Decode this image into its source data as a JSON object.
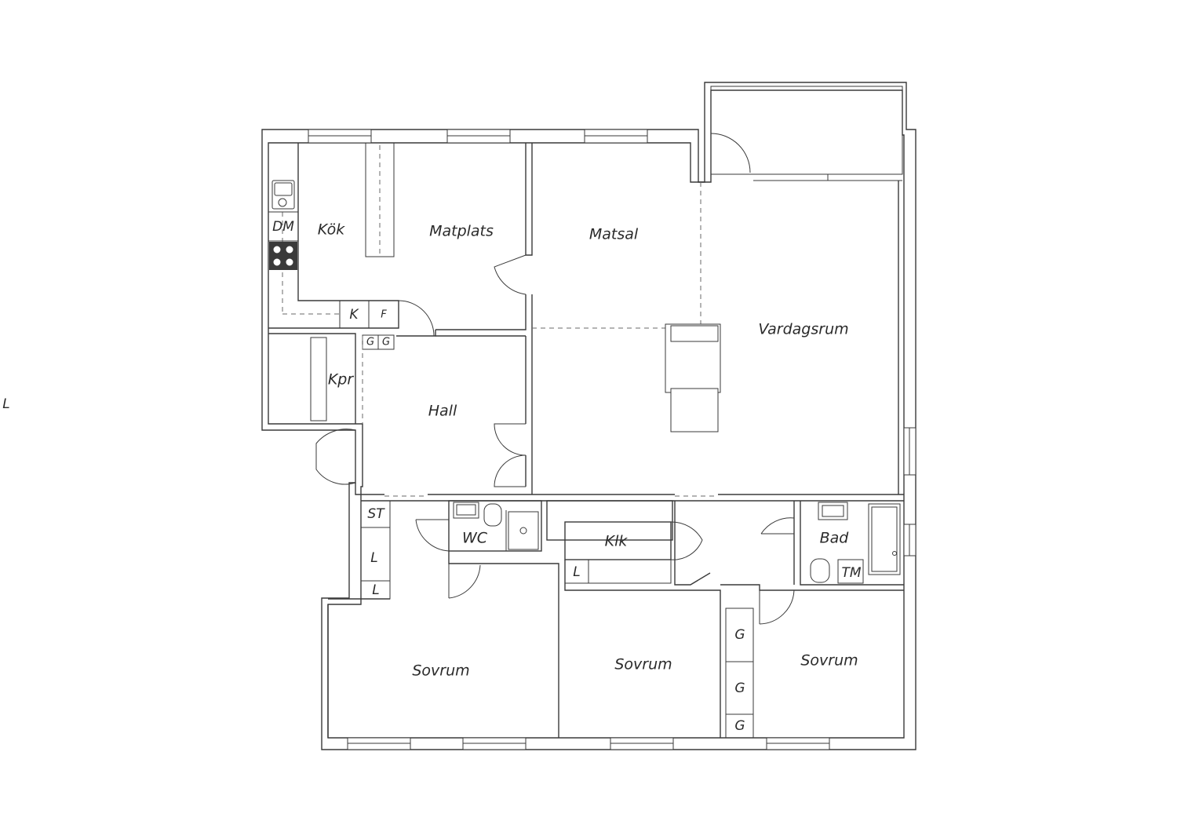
{
  "rooms": {
    "kok": "Kök",
    "matplats": "Matplats",
    "matsal": "Matsal",
    "vardagsrum": "Vardagsrum",
    "hall": "Hall",
    "kpr": "Kpr",
    "wc": "WC",
    "klk": "Klk",
    "bad": "Bad",
    "sovrum_1": "Sovrum",
    "sovrum_2": "Sovrum",
    "sovrum_3": "Sovrum"
  },
  "fixtures": {
    "dm": "DM",
    "k": "K",
    "f": "F",
    "g_1": "G",
    "g_2": "G",
    "st": "ST",
    "l_1": "L",
    "l_2": "L",
    "l_klk": "L",
    "tm": "TM",
    "g_3": "G",
    "g_4": "G",
    "g_5": "G"
  },
  "margin_mark": "L"
}
